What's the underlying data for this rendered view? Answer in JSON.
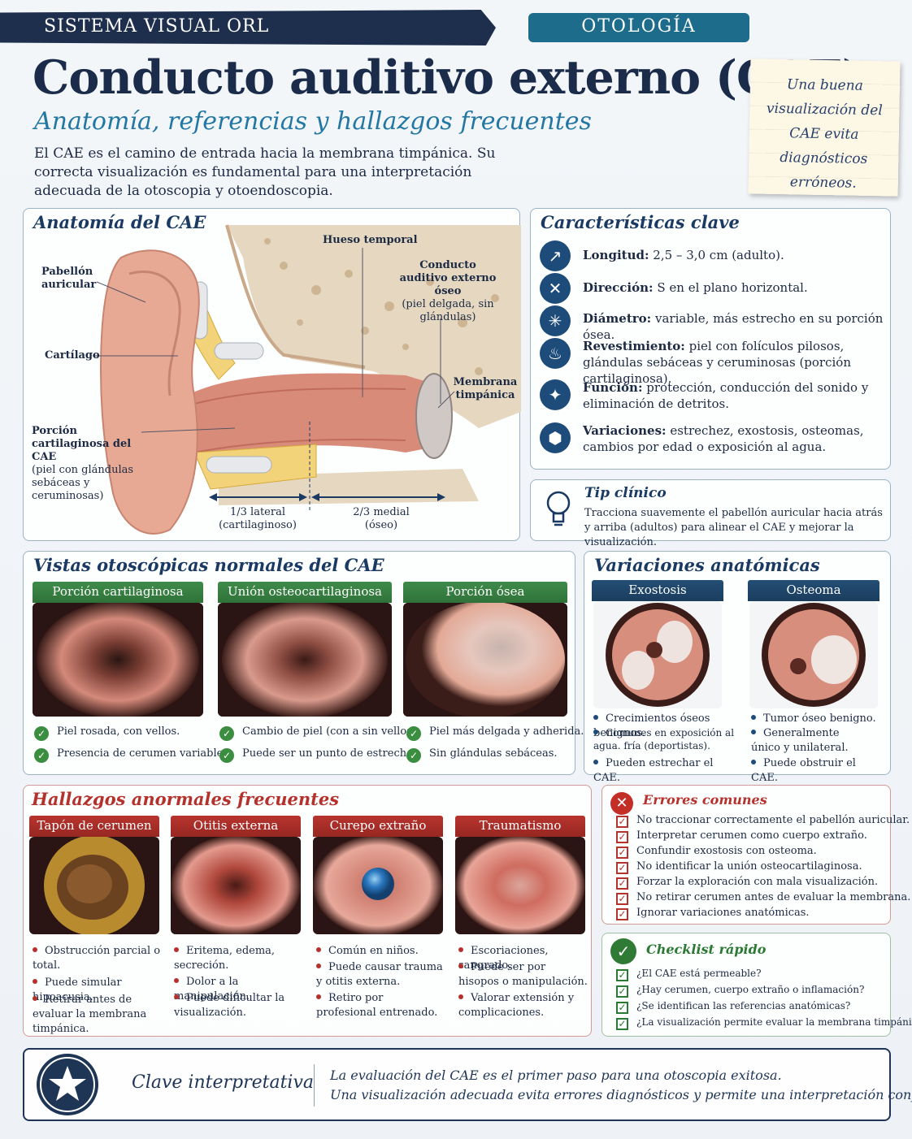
{
  "header": {
    "brand": "SISTEMA VISUAL ORL",
    "category": "OTOLOGÍA",
    "title": "Conducto auditivo externo (CAE)",
    "subtitle": "Anatomía, referencias y hallazgos frecuentes",
    "intro": "El CAE es el camino de entrada hacia la membrana timpánica. Su correcta visualización es fundamental para una interpretación adecuada de la otoscopia y otoendoscopia.",
    "note": "Una buena visualización del CAE evita diagnósticos erróneos."
  },
  "anatomy": {
    "title": "Anatomía del CAE",
    "hueso": "Hueso temporal",
    "pabellon": "Pabellón auricular",
    "cartilago": "Cartílago",
    "oseo_title": "Conducto auditivo externo óseo",
    "oseo_desc": "(piel delgada, sin glándulas)",
    "membrana": "Membrana timpánica",
    "porcion_title": "Porción cartilaginosa del CAE",
    "porcion_desc": "(piel con glándulas sebáceas y ceruminosas)",
    "lateral": "1/3 lateral",
    "lateral_sub": "(cartilaginoso)",
    "medial": "2/3 medial",
    "medial_sub": "(óseo)"
  },
  "features": {
    "title": "Características clave",
    "items": [
      {
        "k": "Longitud:",
        "v": "2,5 – 3,0 cm (adulto).",
        "icon": "↗"
      },
      {
        "k": "Dirección:",
        "v": "S en el plano horizontal.",
        "icon": "✕"
      },
      {
        "k": "Diámetro:",
        "v": "variable, más estrecho en su porción ósea.",
        "icon": "✳"
      },
      {
        "k": "Revestimiento:",
        "v": "piel con folículos pilosos, glándulas sebáceas y ceruminosas (porción cartilaginosa).",
        "icon": "♨"
      },
      {
        "k": "Función:",
        "v": "protección, conducción del sonido y eliminación de detritos.",
        "icon": "✦"
      },
      {
        "k": "Variaciones:",
        "v": "estrechez, exostosis, osteomas, cambios por edad o exposición al agua.",
        "icon": "⬢"
      }
    ]
  },
  "tip": {
    "title": "Tip clínico",
    "text": "Tracciona suavemente el pabellón auricular hacia atrás y arriba (adultos) para alinear el CAE y mejorar la visualización."
  },
  "normal": {
    "title": "Vistas otoscópicas normales del CAE",
    "cards": [
      {
        "head": "Porción cartilaginosa",
        "c1": "Piel rosada, con vellos.",
        "c2": "Presencia de cerumen variable."
      },
      {
        "head": "Unión osteocartilaginosa",
        "c1": "Cambio de piel (con a sin vellos).",
        "c2": "Puede ser un punto de estrechez."
      },
      {
        "head": "Porción ósea",
        "c1": "Piel más delgada y adherida.",
        "c2": "Sin glándulas sebáceas."
      }
    ]
  },
  "variations": {
    "title": "Variaciones anatómicas",
    "cards": [
      {
        "head": "Exostosis",
        "b1": "Crecimientos óseos benignos.",
        "b2": "Comunes en exposición al agua. fría (deportistas).",
        "b3": "Pueden estrechar el CAE."
      },
      {
        "head": "Osteoma",
        "b1": "Tumor óseo benigno.",
        "b2": "Generalmente único y unilateral.",
        "b3": "Puede obstruir el CAE."
      }
    ]
  },
  "abnormal": {
    "title": "Hallazgos anormales frecuentes",
    "cards": [
      {
        "head": "Tapón de cerumen",
        "b1": "Obstrucción parcial o total.",
        "b2": "Puede simular hipoacusia.",
        "b3": "Retirar antes de evaluar la membrana timpánica."
      },
      {
        "head": "Otitis externa",
        "b1": "Eritema, edema, secreción.",
        "b2": "Dolor a la manipulación.",
        "b3": "Puede dificultar la visualización."
      },
      {
        "head": "Curepo extraño",
        "b1": "Común en niños.",
        "b2": "Puede causar trauma y otitis externa.",
        "b3": "Retiro por profesional entrenado."
      },
      {
        "head": "Traumatismo",
        "b1": "Escoriaciones, sangrado.",
        "b2": "Puede ser por hisopos o manipulación.",
        "b3": "Valorar extensión y complicaciones."
      }
    ]
  },
  "errors": {
    "title": "Errores comunes",
    "items": [
      "No traccionar correctamente el pabellón auricular.",
      "Interpretar cerumen como cuerpo extraño.",
      "Confundir exostosis con osteoma.",
      "No identificar la unión osteocartilaginosa.",
      "Forzar la exploración con mala visualización.",
      "No retirar cerumen antes de evaluar la membrana.",
      "Ignorar variaciones anatómicas."
    ]
  },
  "checklist": {
    "title": "Checklist rápido",
    "items": [
      "¿El CAE está permeable?",
      "¿Hay cerumen, cuerpo extraño o inflamación?",
      "¿Se identifican las referencias anatómicas?",
      "¿La visualización permite evaluar la membrana timpánica?"
    ]
  },
  "footer": {
    "label": "Clave interpretativa",
    "line1": "La evaluación del CAE es el primer paso para una otoscopia exitosa.",
    "line2": "Una visualización adecuada evita errores diagnósticos y permite una interpretación confiable."
  },
  "colors": {
    "navy": "#1e2f4d",
    "teal": "#1d6c8c",
    "accent_blue": "#2377a4",
    "green": "#2a7a33",
    "red": "#b5322c"
  }
}
